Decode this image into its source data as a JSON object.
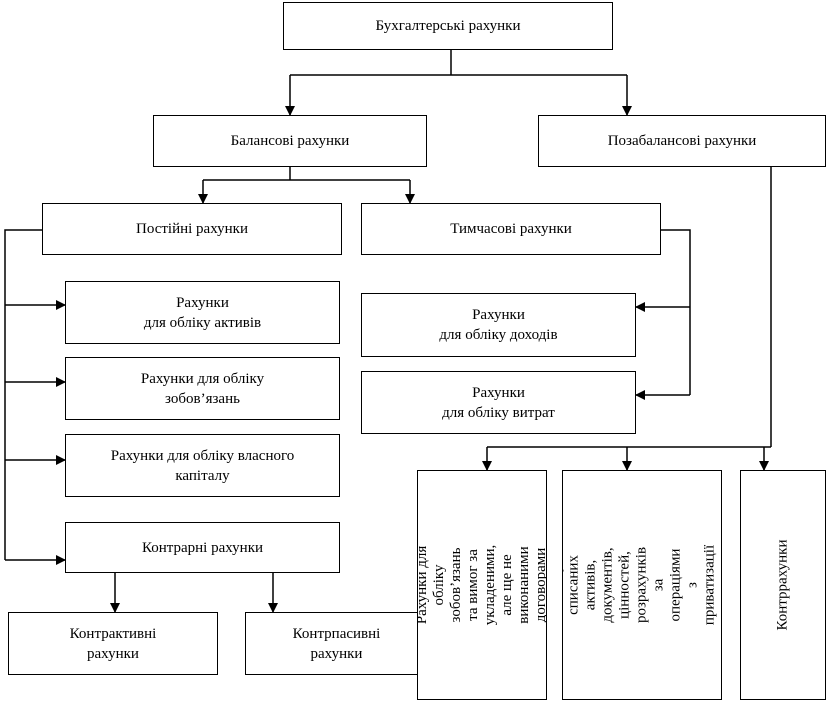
{
  "diagram": {
    "root": "Бухгалтерські рахунки",
    "balance": "Балансові рахунки",
    "offbalance": "Позабалансові рахунки",
    "permanent": "Постійні рахунки",
    "temporary": "Тимчасові рахунки",
    "assets": "Рахунки\nдля обліку активів",
    "liabilities": "Рахунки для обліку\nзобов’язань",
    "equity": "Рахунки для обліку власного\nкапіталу",
    "contra": "Контрарні рахунки",
    "income": "Рахунки\nдля обліку доходів",
    "expenses": "Рахунки\nдля обліку витрат",
    "contra_active": "Контрактивні\nрахунки",
    "contra_passive": "Контрпасивні\nрахунки",
    "offbal_obligations": "Рахунки для обліку\nзобов’язань та вимог за\nукладеними, але ще не\nвиконаними договорами",
    "offbal_writtenoff": "Рахунки для обліку\nсписаних активів,\nдокументів, цінностей,\nрозрахунків за операціями\nз приватизації і довірчого\nуправління",
    "offbal_contra": "Контррахунки"
  }
}
